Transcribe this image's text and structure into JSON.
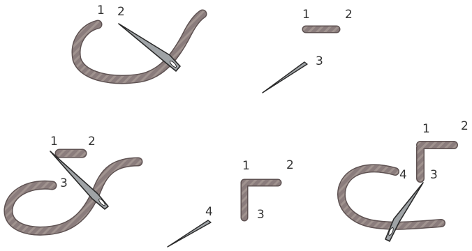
{
  "colors": {
    "thread": "#8a7c7c",
    "thread_edge": "#5e5252",
    "thread_highlight": "#b2a6a6",
    "needle": "#9fa3a6",
    "needle_edge": "#2a2a2a",
    "label": "#333333"
  },
  "steps": [
    {
      "id": "step-1",
      "labels": [
        "1",
        "2"
      ]
    },
    {
      "id": "step-2",
      "labels": [
        "1",
        "2",
        "3"
      ]
    },
    {
      "id": "step-3",
      "labels": [
        "1",
        "2",
        "3"
      ]
    },
    {
      "id": "step-4",
      "labels": [
        "1",
        "2",
        "3",
        "4"
      ]
    },
    {
      "id": "step-5",
      "labels": [
        "1",
        "2",
        "3",
        "4"
      ]
    }
  ]
}
